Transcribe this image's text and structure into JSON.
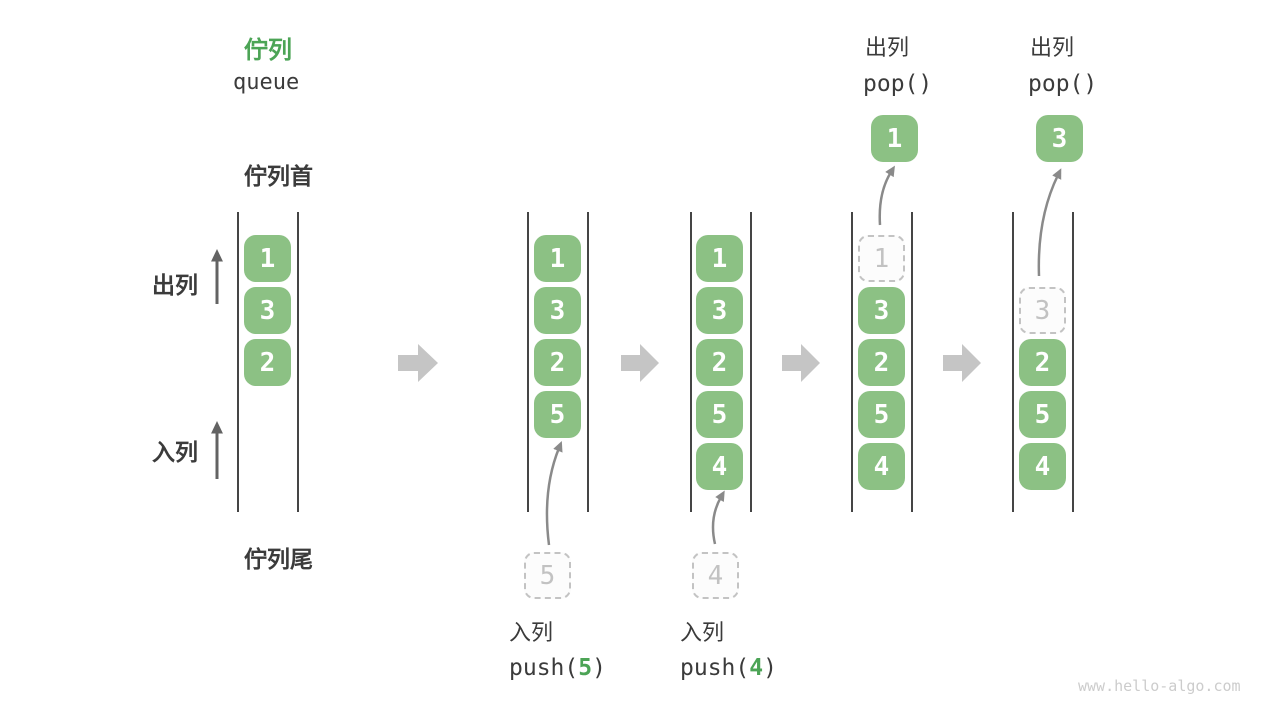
{
  "header": {
    "title_zh": "佇列",
    "title_en": "queue"
  },
  "side_labels": {
    "front": "佇列首",
    "rear": "佇列尾",
    "dequeue": "出列",
    "enqueue": "入列"
  },
  "steps": {
    "s1": {
      "cells": [
        "1",
        "3",
        "2"
      ]
    },
    "s2": {
      "cells": [
        "1",
        "3",
        "2",
        "5"
      ],
      "incoming_value": "5",
      "op": {
        "zh": "入列",
        "code_pre": "push(",
        "code_arg": "5",
        "code_post": ")"
      }
    },
    "s3": {
      "cells": [
        "1",
        "3",
        "2",
        "5",
        "4"
      ],
      "incoming_value": "4",
      "op": {
        "zh": "入列",
        "code_pre": "push(",
        "code_arg": "4",
        "code_post": ")"
      }
    },
    "s4": {
      "ghost_value": "1",
      "cells": [
        "3",
        "2",
        "5",
        "4"
      ],
      "popped_value": "1",
      "op": {
        "zh": "出列",
        "code": "pop()"
      }
    },
    "s5": {
      "ghost_value": "3",
      "cells": [
        "2",
        "5",
        "4"
      ],
      "popped_value": "3",
      "op": {
        "zh": "出列",
        "code": "pop()"
      }
    }
  },
  "colors": {
    "element_fill": "#8CC184",
    "accent_green": "#4CA456",
    "block_arrow_gray": "#C5C5C5",
    "thin_arrow_gray": "#8A8A8A",
    "direction_arrow_gray": "#636363",
    "rail_dark": "#454545",
    "ghost_border": "#C3C3C3",
    "ghost_text": "#C2C2C2",
    "text_dark": "#3B3B3B",
    "watermark_gray": "#CCCCCC"
  },
  "watermark": "www.hello-algo.com"
}
